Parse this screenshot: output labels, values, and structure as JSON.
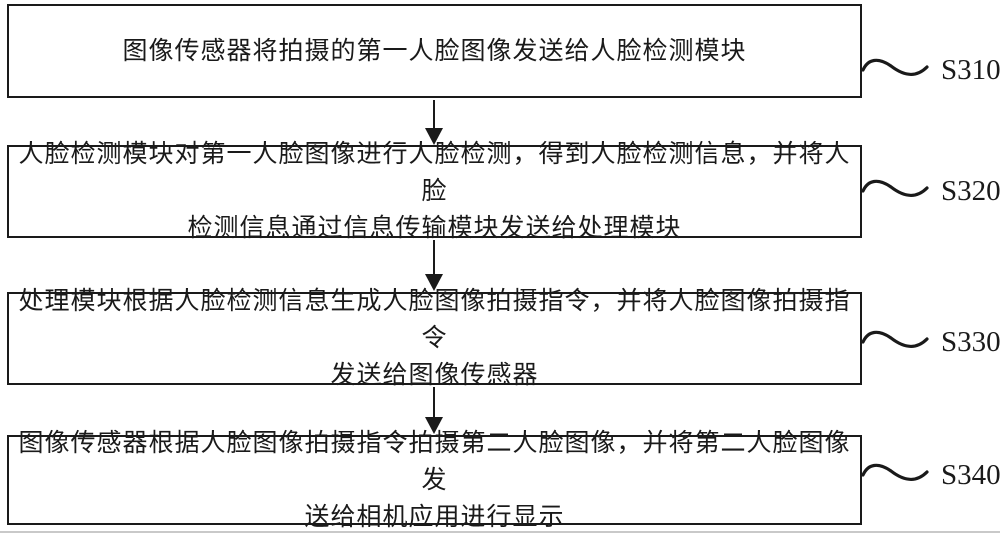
{
  "figure": {
    "type": "flowchart",
    "colors": {
      "line": "#1a1a1a",
      "background": "#ffffff"
    },
    "steps": [
      {
        "id": "S310",
        "text": "图像传感器将拍摄的第一人脸图像发送给人脸检测模块"
      },
      {
        "id": "S320",
        "text": "人脸检测模块对第一人脸图像进行人脸检测，得到人脸检测信息，并将人脸\n检测信息通过信息传输模块发送给处理模块"
      },
      {
        "id": "S330",
        "text": "处理模块根据人脸检测信息生成人脸图像拍摄指令，并将人脸图像拍摄指令\n发送给图像传感器"
      },
      {
        "id": "S340",
        "text": "图像传感器根据人脸图像拍摄指令拍摄第二人脸图像，并将第二人脸图像发\n送给相机应用进行显示"
      }
    ]
  }
}
